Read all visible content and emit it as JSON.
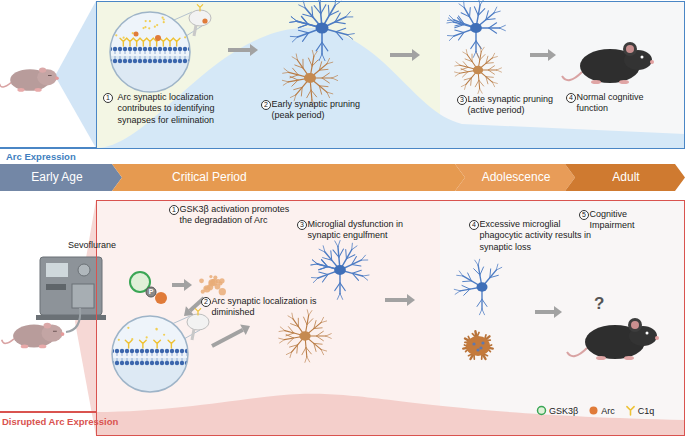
{
  "diagram": {
    "nodes": [
      {
        "text": [
          "Arc synaptic localization contributes to identifying synapses for elimination",
          "Early synaptic pruning (peak period)",
          "Late synaptic pruning (active period)",
          "Normal cognitive function"
        ]
      },
      {
        "text": [
          "Early Age"
        ]
      },
      {
        "text": [
          "Critical Period"
        ]
      },
      {
        "text": [
          "Adolescence"
        ]
      },
      {
        "text": [
          "Adult"
        ]
      },
      {
        "text": [
          "GSK3β activation promotes the degradation of Arc",
          "Arc synaptic localization is diminished",
          "Microglial dysfunction in synaptic engulfment",
          "Excessive microglial phagocytic activity results in synaptic loss",
          "Cognitive Impairment"
        ]
      }
    ],
    "labels": [
      "1",
      "2",
      "3",
      "4",
      "Arc Expression",
      "Sevoflurane",
      "P",
      "1",
      "2",
      "3",
      "4",
      "5",
      "?",
      "Disrupted Arc Expression"
    ],
    "legend": [
      {
        "text": "GSK3β",
        "color": "#3aa655"
      },
      {
        "text": "Arc",
        "color": "#e07b39"
      },
      {
        "text": "C1q"
      }
    ]
  }
}
